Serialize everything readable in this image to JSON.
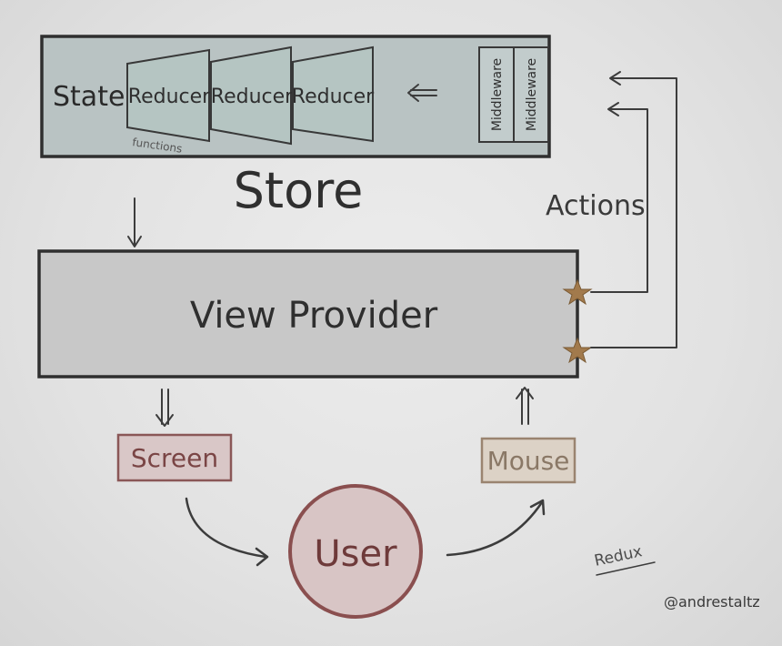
{
  "store": {
    "state_label": "State",
    "reducers": [
      "Reducer",
      "Reducer",
      "Reducer"
    ],
    "functions_note": "functions",
    "middlewares": [
      "Middleware",
      "Middleware"
    ],
    "title": "Store"
  },
  "actions_label": "Actions",
  "view_provider_label": "View Provider",
  "screen_label": "Screen",
  "mouse_label": "Mouse",
  "user_label": "User",
  "redux_label": "Redux",
  "credit": "@andrestaltz",
  "colors": {
    "store_fill": "#b9c3c3",
    "view_fill": "#c8c8c8",
    "screen_stroke": "#8a5757",
    "mouse_stroke": "#9a8470",
    "user_stroke": "#8a4f4f",
    "star": "#a27a4c"
  }
}
